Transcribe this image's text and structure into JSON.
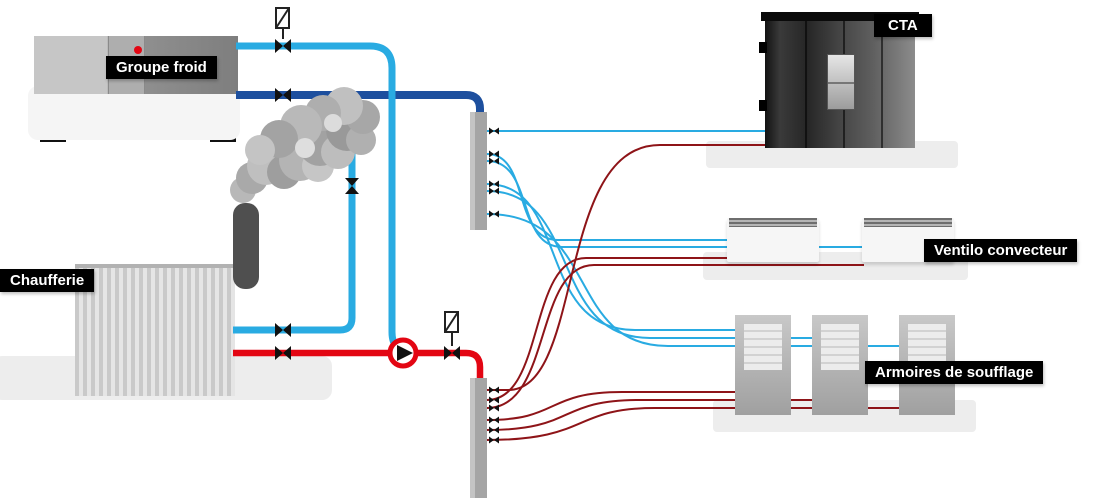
{
  "diagram": {
    "components": {
      "chiller": {
        "label": "Groupe froid"
      },
      "boiler_room": {
        "label": "Chaufferie"
      },
      "air_handling_unit": {
        "label": "CTA"
      },
      "fan_coil_unit": {
        "label": "Ventilo convecteur",
        "count": 2
      },
      "supply_air_cabinets": {
        "label": "Armoires de soufflage",
        "count": 3
      }
    },
    "colors": {
      "chilled_water_supply": "#29abe2",
      "chilled_water_return": "#1d4f9e",
      "hot_water_supply": "#e30613",
      "hot_water_secondary": "#8e1418",
      "label_background": "#000000",
      "label_text": "#ffffff"
    }
  }
}
